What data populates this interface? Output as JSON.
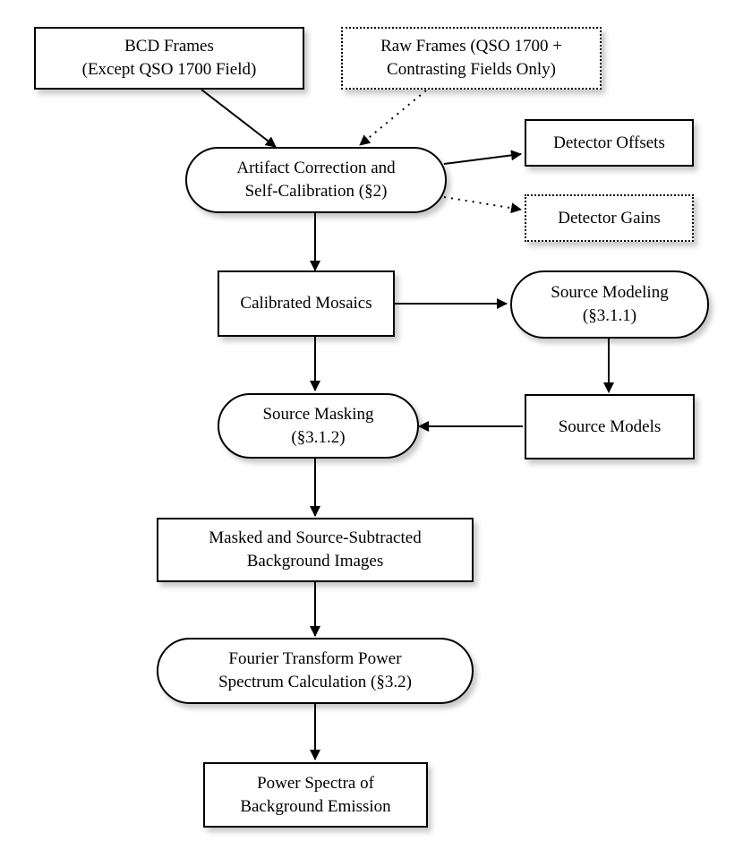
{
  "nodes": {
    "bcd_frames": {
      "lines": [
        "BCD Frames",
        "(Except QSO 1700 Field)"
      ]
    },
    "raw_frames": {
      "lines": [
        "Raw Frames (QSO 1700 +",
        "Contrasting Fields Only)"
      ]
    },
    "artifact_correction": {
      "lines": [
        "Artifact Correction and",
        "Self-Calibration (§2)"
      ]
    },
    "detector_offsets": {
      "lines": [
        "Detector Offsets"
      ]
    },
    "detector_gains": {
      "lines": [
        "Detector Gains"
      ]
    },
    "calibrated_mosaics": {
      "lines": [
        "Calibrated Mosaics"
      ]
    },
    "source_modeling": {
      "lines": [
        "Source Modeling",
        "(§3.1.1)"
      ]
    },
    "source_masking": {
      "lines": [
        "Source Masking",
        "(§3.1.2)"
      ]
    },
    "source_models": {
      "lines": [
        "Source Models"
      ]
    },
    "masked_images": {
      "lines": [
        "Masked and Source-Subtracted",
        "Background Images"
      ]
    },
    "fourier_transform": {
      "lines": [
        "Fourier Transform Power",
        "Spectrum Calculation (§3.2)"
      ]
    },
    "power_spectra": {
      "lines": [
        "Power Spectra of",
        "Background Emission"
      ]
    }
  },
  "edges": [
    {
      "from": "bcd_frames",
      "to": "artifact_correction",
      "style": "solid"
    },
    {
      "from": "raw_frames",
      "to": "artifact_correction",
      "style": "dotted"
    },
    {
      "from": "artifact_correction",
      "to": "detector_offsets",
      "style": "solid"
    },
    {
      "from": "artifact_correction",
      "to": "detector_gains",
      "style": "dotted"
    },
    {
      "from": "artifact_correction",
      "to": "calibrated_mosaics",
      "style": "solid"
    },
    {
      "from": "calibrated_mosaics",
      "to": "source_modeling",
      "style": "solid"
    },
    {
      "from": "source_modeling",
      "to": "source_models",
      "style": "solid"
    },
    {
      "from": "calibrated_mosaics",
      "to": "source_masking",
      "style": "solid"
    },
    {
      "from": "source_models",
      "to": "source_masking",
      "style": "solid"
    },
    {
      "from": "source_masking",
      "to": "masked_images",
      "style": "solid"
    },
    {
      "from": "masked_images",
      "to": "fourier_transform",
      "style": "solid"
    },
    {
      "from": "fourier_transform",
      "to": "power_spectra",
      "style": "solid"
    }
  ]
}
